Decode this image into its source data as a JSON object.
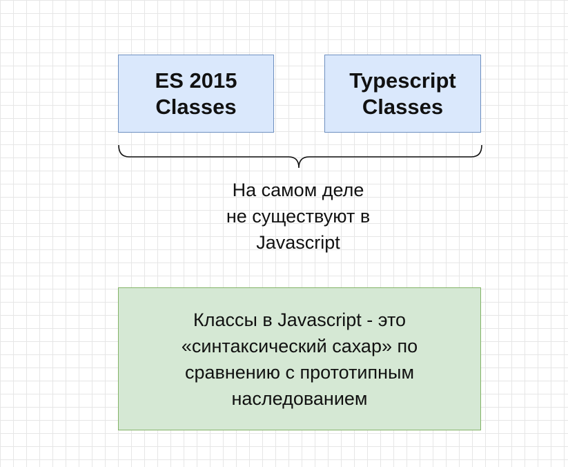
{
  "diagram": {
    "boxes": [
      {
        "lines": [
          "ES 2015",
          "Classes"
        ],
        "fill": "#dae8fc",
        "stroke": "#6c8ebf"
      },
      {
        "lines": [
          "Typescript",
          "Classes"
        ],
        "fill": "#dae8fc",
        "stroke": "#6c8ebf"
      }
    ],
    "brace_caption": [
      "На самом деле",
      "не существуют в",
      "Javascript"
    ],
    "note": {
      "lines": [
        "Классы в Javascript - это",
        "«синтаксический сахар» по",
        "сравнению с прототипным",
        "наследованием"
      ],
      "fill": "#d5e8d4",
      "stroke": "#82b366"
    }
  }
}
